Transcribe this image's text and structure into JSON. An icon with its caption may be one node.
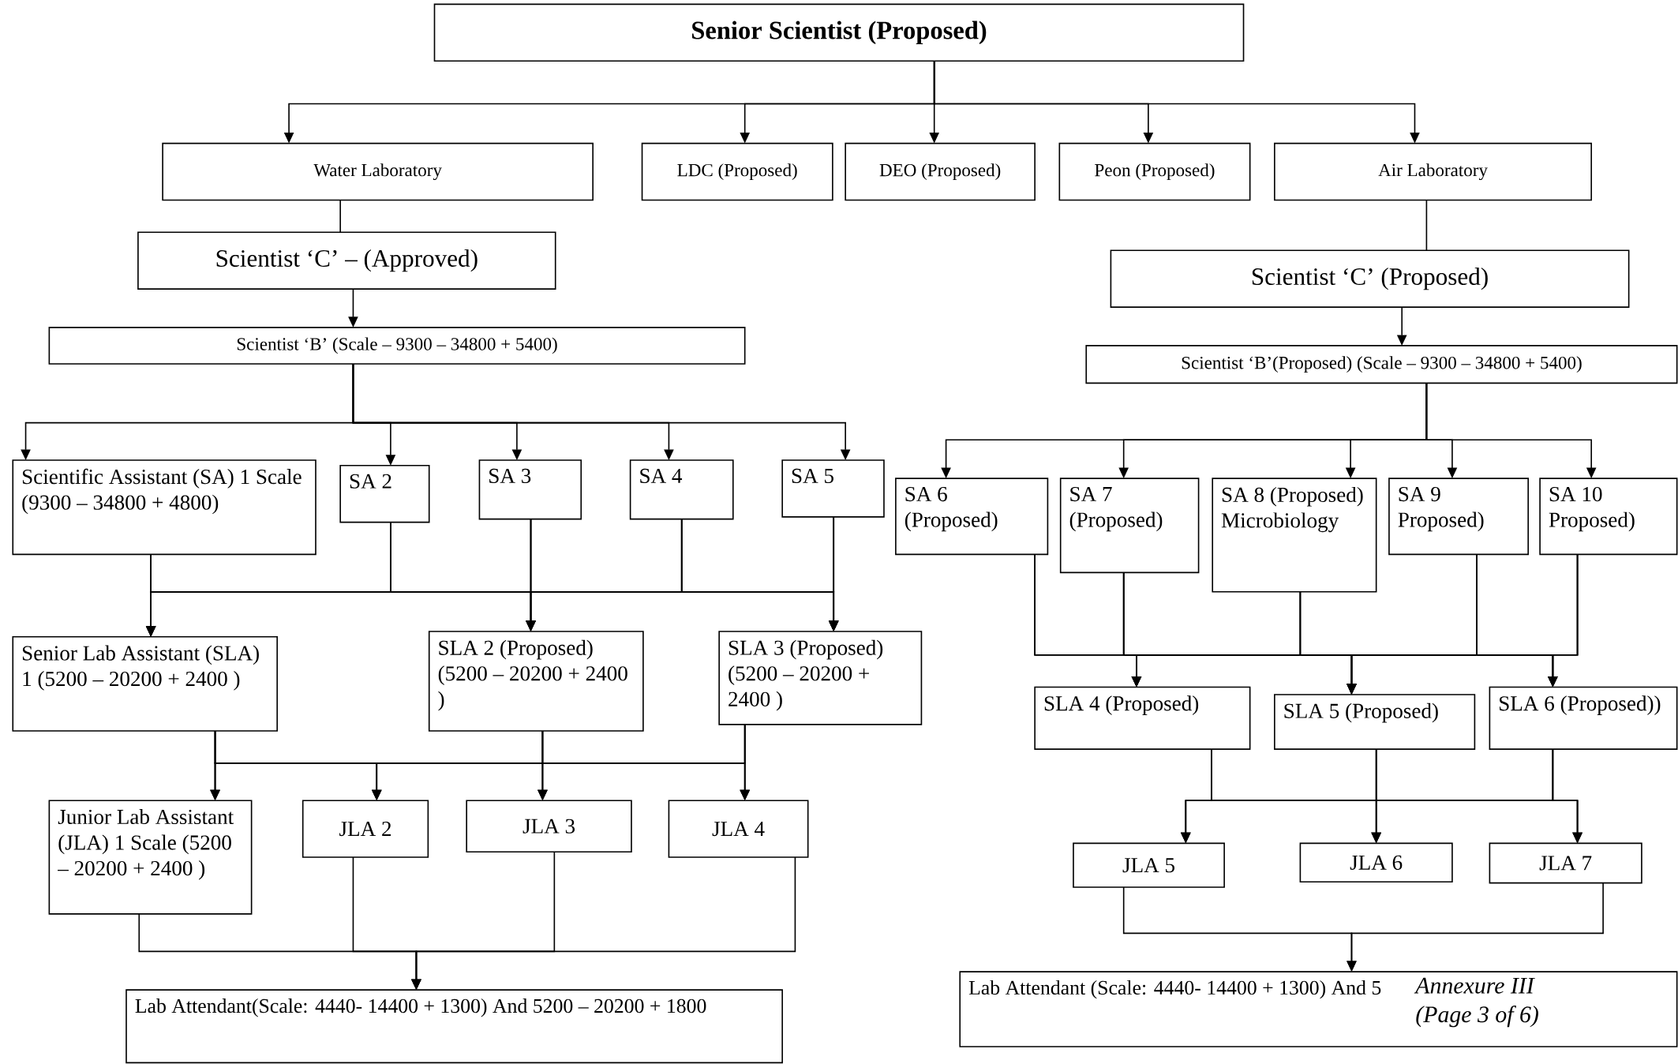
{
  "diagram": {
    "nodes": [
      {
        "text": [
          "Senior Scientist (Proposed)"
        ]
      },
      {
        "text": [
          "Water Laboratory"
        ]
      },
      {
        "text": [
          "LDC (Proposed)"
        ]
      },
      {
        "text": [
          "DEO (Proposed)"
        ]
      },
      {
        "text": [
          "Peon (Proposed)"
        ]
      },
      {
        "text": [
          "Air Laboratory"
        ]
      },
      {
        "text": [
          "Scientist ‘C’ – (Approved)"
        ]
      },
      {
        "text": [
          "Scientist ‘B’ (Scale – 9300 – 34800 + 5400)"
        ]
      },
      {
        "text": [
          "Scientist ‘C’ (Proposed)"
        ]
      },
      {
        "text": [
          "Scientist ‘B’(Proposed) (Scale – 9300 – 34800 + 5400)"
        ]
      },
      {
        "text": [
          "Scientific Assistant (SA) 1 Scale (9300 – 34800 + 4800)"
        ]
      },
      {
        "text": [
          "SA 2"
        ]
      },
      {
        "text": [
          "SA 3"
        ]
      },
      {
        "text": [
          "SA 4"
        ]
      },
      {
        "text": [
          "SA 5"
        ]
      },
      {
        "text": [
          "SA 6 (Proposed)"
        ]
      },
      {
        "text": [
          "SA 7 (Proposed)"
        ]
      },
      {
        "text": [
          "SA 8 (Proposed) Microbiology"
        ]
      },
      {
        "text": [
          "SA 9 Proposed)"
        ]
      },
      {
        "text": [
          "SA 10 Proposed)"
        ]
      },
      {
        "text": [
          "Senior Lab Assistant (SLA) 1 (5200 – 20200 + 2400 )"
        ]
      },
      {
        "text": [
          "SLA 2 (Proposed) (5200 – 20200 + 2400 )"
        ]
      },
      {
        "text": [
          "SLA 3 (Proposed) (5200 – 20200 + 2400 )"
        ]
      },
      {
        "text": [
          "SLA 4 (Proposed)"
        ]
      },
      {
        "text": [
          "SLA 5 (Proposed)"
        ]
      },
      {
        "text": [
          "SLA 6 (Proposed))"
        ]
      },
      {
        "text": [
          "Junior Lab Assistant (JLA) 1 Scale (5200 – 20200 + 2400 )"
        ]
      },
      {
        "text": [
          "JLA 2"
        ]
      },
      {
        "text": [
          "JLA 3"
        ]
      },
      {
        "text": [
          "JLA 4"
        ]
      },
      {
        "text": [
          "JLA 5"
        ]
      },
      {
        "text": [
          "JLA 6"
        ]
      },
      {
        "text": [
          "JLA 7"
        ]
      },
      {
        "text": [
          "Lab Attendant(Scale: 4440- 14400 + 1300) And 5200 – 20200 + 1800"
        ]
      },
      {
        "text": [
          "Lab Attendant (Scale: 4440- 14400 + 1300) And 5"
        ]
      }
    ],
    "edges": [
      {
        "from": 0,
        "to": 1,
        "arrow": "to"
      },
      {
        "from": 0,
        "to": 2,
        "arrow": "to"
      },
      {
        "from": 0,
        "to": 3,
        "arrow": "to"
      },
      {
        "from": 0,
        "to": 4,
        "arrow": "to"
      },
      {
        "from": 0,
        "to": 5,
        "arrow": "to"
      },
      {
        "from": 1,
        "to": 6,
        "arrow": "none"
      },
      {
        "from": 6,
        "to": 7,
        "arrow": "to"
      },
      {
        "from": 5,
        "to": 8,
        "arrow": "none"
      },
      {
        "from": 8,
        "to": 9,
        "arrow": "to"
      },
      {
        "from": 7,
        "to": 10,
        "arrow": "to"
      },
      {
        "from": 7,
        "to": 11,
        "arrow": "to"
      },
      {
        "from": 7,
        "to": 12,
        "arrow": "to"
      },
      {
        "from": 7,
        "to": 13,
        "arrow": "to"
      },
      {
        "from": 7,
        "to": 14,
        "arrow": "to"
      },
      {
        "from": 9,
        "to": 15,
        "arrow": "to"
      },
      {
        "from": 9,
        "to": 16,
        "arrow": "to"
      },
      {
        "from": 9,
        "to": 17,
        "arrow": "to"
      },
      {
        "from": 9,
        "to": 18,
        "arrow": "to"
      },
      {
        "from": 9,
        "to": 19,
        "arrow": "to"
      },
      {
        "from": 10,
        "to": 20,
        "arrow": "to"
      },
      {
        "from": 10,
        "to": 21,
        "arrow": "to"
      },
      {
        "from": 10,
        "to": 22,
        "arrow": "to"
      },
      {
        "from": 11,
        "to": 20,
        "arrow": "to"
      },
      {
        "from": 11,
        "to": 21,
        "arrow": "to"
      },
      {
        "from": 11,
        "to": 22,
        "arrow": "to"
      },
      {
        "from": 12,
        "to": 20,
        "arrow": "to"
      },
      {
        "from": 12,
        "to": 21,
        "arrow": "to"
      },
      {
        "from": 12,
        "to": 22,
        "arrow": "to"
      },
      {
        "from": 13,
        "to": 20,
        "arrow": "to"
      },
      {
        "from": 13,
        "to": 21,
        "arrow": "to"
      },
      {
        "from": 13,
        "to": 22,
        "arrow": "to"
      },
      {
        "from": 14,
        "to": 20,
        "arrow": "to"
      },
      {
        "from": 14,
        "to": 21,
        "arrow": "to"
      },
      {
        "from": 14,
        "to": 22,
        "arrow": "to"
      },
      {
        "from": 15,
        "to": 23,
        "arrow": "to"
      },
      {
        "from": 15,
        "to": 24,
        "arrow": "to"
      },
      {
        "from": 15,
        "to": 25,
        "arrow": "to"
      },
      {
        "from": 16,
        "to": 23,
        "arrow": "to"
      },
      {
        "from": 16,
        "to": 24,
        "arrow": "to"
      },
      {
        "from": 16,
        "to": 25,
        "arrow": "to"
      },
      {
        "from": 17,
        "to": 23,
        "arrow": "to"
      },
      {
        "from": 17,
        "to": 24,
        "arrow": "to"
      },
      {
        "from": 17,
        "to": 25,
        "arrow": "to"
      },
      {
        "from": 18,
        "to": 23,
        "arrow": "to"
      },
      {
        "from": 18,
        "to": 24,
        "arrow": "to"
      },
      {
        "from": 18,
        "to": 25,
        "arrow": "to"
      },
      {
        "from": 19,
        "to": 23,
        "arrow": "to"
      },
      {
        "from": 19,
        "to": 24,
        "arrow": "to"
      },
      {
        "from": 19,
        "to": 25,
        "arrow": "to"
      },
      {
        "from": 20,
        "to": 26,
        "arrow": "to"
      },
      {
        "from": 20,
        "to": 27,
        "arrow": "to"
      },
      {
        "from": 20,
        "to": 28,
        "arrow": "to"
      },
      {
        "from": 20,
        "to": 29,
        "arrow": "to"
      },
      {
        "from": 21,
        "to": 26,
        "arrow": "to"
      },
      {
        "from": 21,
        "to": 27,
        "arrow": "to"
      },
      {
        "from": 21,
        "to": 28,
        "arrow": "to"
      },
      {
        "from": 21,
        "to": 29,
        "arrow": "to"
      },
      {
        "from": 22,
        "to": 26,
        "arrow": "to"
      },
      {
        "from": 22,
        "to": 27,
        "arrow": "to"
      },
      {
        "from": 22,
        "to": 28,
        "arrow": "to"
      },
      {
        "from": 22,
        "to": 29,
        "arrow": "to"
      },
      {
        "from": 23,
        "to": 30,
        "arrow": "to"
      },
      {
        "from": 23,
        "to": 31,
        "arrow": "to"
      },
      {
        "from": 23,
        "to": 32,
        "arrow": "to"
      },
      {
        "from": 24,
        "to": 30,
        "arrow": "to"
      },
      {
        "from": 24,
        "to": 31,
        "arrow": "to"
      },
      {
        "from": 24,
        "to": 32,
        "arrow": "to"
      },
      {
        "from": 25,
        "to": 30,
        "arrow": "to"
      },
      {
        "from": 25,
        "to": 31,
        "arrow": "to"
      },
      {
        "from": 25,
        "to": 32,
        "arrow": "to"
      },
      {
        "from": 26,
        "to": 33,
        "arrow": "to"
      },
      {
        "from": 27,
        "to": 33,
        "arrow": "to"
      },
      {
        "from": 28,
        "to": 33,
        "arrow": "to"
      },
      {
        "from": 29,
        "to": 33,
        "arrow": "to"
      },
      {
        "from": 30,
        "to": 34,
        "arrow": "to"
      },
      {
        "from": 32,
        "to": 34,
        "arrow": "to"
      }
    ],
    "labels": [
      "Annexure III (Page 3 of 6)"
    ]
  }
}
